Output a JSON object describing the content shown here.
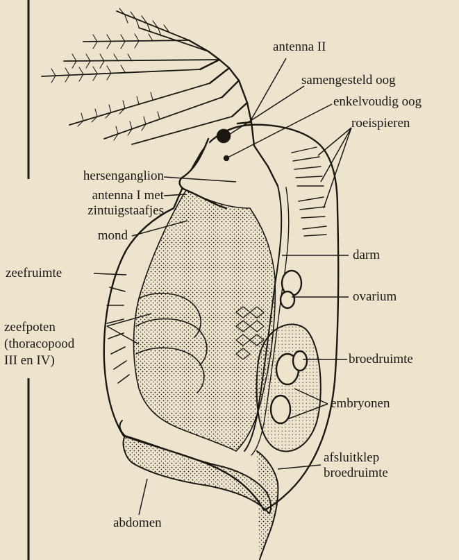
{
  "palette": {
    "paper": "#ece4cc",
    "ink": "#1d1712"
  },
  "labels": {
    "antenna_ii": "antenna II",
    "samengesteld_oog": "samengesteld oog",
    "enkelvoudig_oog": "enkelvoudig oog",
    "roeispieren": "roeispieren",
    "hersenganglion": "hersenganglion",
    "antenna_i_line1": "antenna I met",
    "antenna_i_line2": "zintuigstaafjes",
    "mond": "mond",
    "darm": "darm",
    "zeefruimte": "zeefruimte",
    "ovarium": "ovarium",
    "zeefpoten_line1": "zeefpoten",
    "zeefpoten_line2": "(thoracopood",
    "zeefpoten_line3": "III en IV)",
    "broedruimte": "broedruimte",
    "embryonen": "embryonen",
    "afsluitklep_line1": "afsluitklep",
    "afsluitklep_line2": "broedruimte",
    "abdomen": "abdomen"
  }
}
